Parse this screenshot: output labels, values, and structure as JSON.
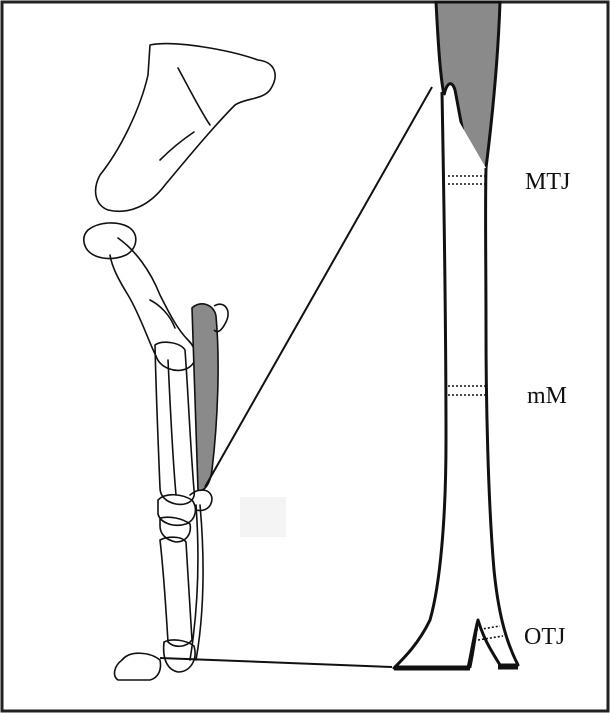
{
  "labels": {
    "mtj": "MTJ",
    "mm": "mM",
    "otj": "OTJ"
  },
  "colors": {
    "outline": "#111111",
    "muscle_fill": "#8a8a8a",
    "frame": "#222222"
  }
}
